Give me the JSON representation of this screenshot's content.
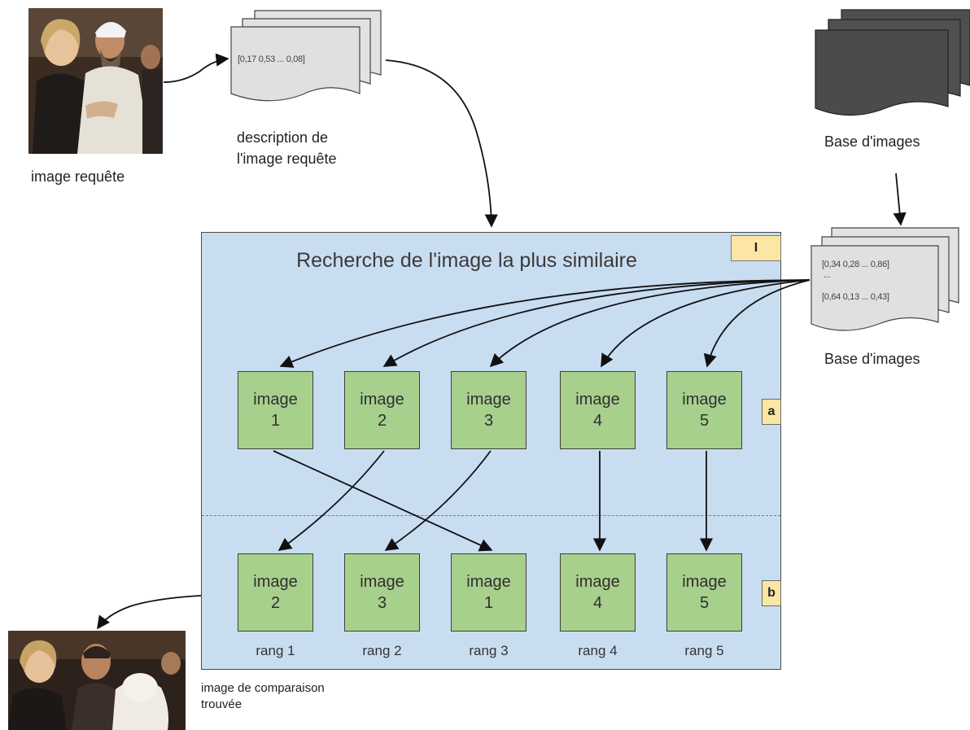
{
  "query": {
    "image_label": "image requête",
    "vector": "[0,17 0,53 ... 0,08]",
    "description_line1": "description de",
    "description_line2": "l'image requête"
  },
  "database": {
    "top_label": "Base d'images",
    "bottom_label": "Base d'images",
    "vector_1": "[0,34 0,28 ... 0,86]",
    "ellipsis": "...",
    "vector_2": "[0,64 0,13 ... 0,43]"
  },
  "panel": {
    "title": "Recherche de l'image la plus  similaire",
    "tag_top": "I",
    "tag_a": "a",
    "tag_b": "b"
  },
  "row_a": [
    {
      "word": "image",
      "num": "1"
    },
    {
      "word": "image",
      "num": "2"
    },
    {
      "word": "image",
      "num": "3"
    },
    {
      "word": "image",
      "num": "4"
    },
    {
      "word": "image",
      "num": "5"
    }
  ],
  "row_b": [
    {
      "word": "image",
      "num": "2",
      "rank": "rang 1"
    },
    {
      "word": "image",
      "num": "3",
      "rank": "rang 2"
    },
    {
      "word": "image",
      "num": "1",
      "rank": "rang 3"
    },
    {
      "word": "image",
      "num": "4",
      "rank": "rang 4"
    },
    {
      "word": "image",
      "num": "5",
      "rank": "rang 5"
    }
  ],
  "result": {
    "label_line1": "image de comparaison",
    "label_line2": "trouvée"
  },
  "colors": {
    "panel_bg": "#c9ddf1",
    "box_fill": "#a8d08d",
    "tag_fill": "#fbe6a4",
    "doc_fill": "#e0e0e0",
    "db_fill": "#4d4d4d"
  }
}
